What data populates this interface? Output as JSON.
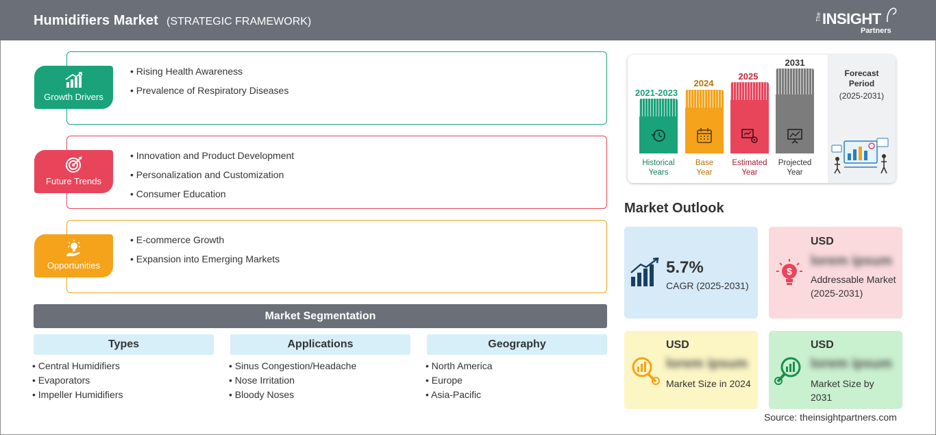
{
  "header": {
    "title": "Humidifiers Market",
    "subtitle": "(STRATEGIC FRAMEWORK)",
    "logo": {
      "the": "The",
      "insight": "INSIGHT",
      "partners": "Partners"
    }
  },
  "framework": [
    {
      "label": "Growth Drivers",
      "icon": "bar-chart-growth-icon",
      "color": "#1aa37a",
      "items": [
        "Rising Health Awareness",
        "Prevalence of Respiratory Diseases"
      ]
    },
    {
      "label": "Future Trends",
      "icon": "target-icon",
      "color": "#e8455b",
      "items": [
        "Innovation and Product Development",
        "Personalization and Customization",
        "Consumer Education"
      ]
    },
    {
      "label": "Opportunities",
      "icon": "lightbulb-hand-icon",
      "color": "#f5a31a",
      "items": [
        "E-commerce Growth",
        "Expansion into Emerging Markets"
      ]
    }
  ],
  "segmentation": {
    "title": "Market Segmentation",
    "columns": [
      {
        "heading": "Types",
        "items": [
          "Central Humidifiers",
          "Evaporators",
          "Impeller Humidifiers"
        ]
      },
      {
        "heading": "Applications",
        "items": [
          "Sinus Congestion/Headache",
          "Nose Irritation",
          "Bloody Noses"
        ]
      },
      {
        "heading": "Geography",
        "items": [
          "North America",
          "Europe",
          "Asia-Pacific"
        ]
      }
    ]
  },
  "timeline": {
    "periods": [
      {
        "year": "2021-2023",
        "caption1": "Historical",
        "caption2": "Years",
        "color": "#1aa37a",
        "icon": "history-clock-icon"
      },
      {
        "year": "2024",
        "caption1": "Base",
        "caption2": "Year",
        "color": "#f5a31a",
        "icon": "calendar-icon"
      },
      {
        "year": "2025",
        "caption1": "Estimated",
        "caption2": "Year",
        "color": "#e8455b",
        "icon": "estimate-gear-icon"
      },
      {
        "year": "2031",
        "caption1": "Projected",
        "caption2": "Year",
        "color": "#7c7c7c",
        "icon": "presentation-board-icon"
      }
    ],
    "forecast_title_1": "Forecast",
    "forecast_title_2": "Period",
    "forecast_range": "(2025-2031)"
  },
  "outlook": {
    "title": "Market Outlook",
    "cagr": {
      "value": "5.7%",
      "label": "CAGR (2025-2031)",
      "bg": "#d6eaf8"
    },
    "addressable": {
      "usd": "USD",
      "value": "lorem ipsum",
      "label": "Addressable Market (2025-2031)",
      "bg": "#fadadd"
    },
    "size_2024": {
      "usd": "USD",
      "value": "lorem ipsum",
      "label": "Market Size in 2024",
      "bg": "#fcf6c4"
    },
    "size_2031": {
      "usd": "USD",
      "value": "lorem ipsum",
      "label": "Market Size by 2031",
      "bg": "#c9f0cf"
    }
  },
  "source": "Source: theinsightpartners.com"
}
